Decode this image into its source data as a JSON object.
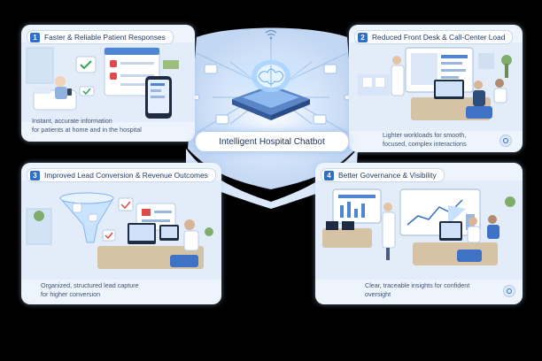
{
  "center": {
    "title": "Intelligent Hospital Chatbot"
  },
  "panels": [
    {
      "num": "1",
      "title": "Faster & Reliable Patient Responses",
      "caption": [
        "Instant, accurate information",
        "for patients at home and in the hospital"
      ]
    },
    {
      "num": "2",
      "title": "Reduced Front Desk & Call-Center Load",
      "caption": [
        "Lighter workloads for smooth,",
        "focused, complex interactions"
      ]
    },
    {
      "num": "3",
      "title": "Improved Lead Conversion & Revenue Outcomes",
      "caption": [
        "Organized, structured lead capture",
        "for higher conversion"
      ]
    },
    {
      "num": "4",
      "title": "Better Governance & Visibility",
      "caption": [
        "Clear, traceable insights for confident",
        "oversight"
      ]
    }
  ],
  "icons": {
    "brain": "brain-chip-icon",
    "wifi": "wifi-icon",
    "search": "magnifier-icon"
  },
  "colors": {
    "accent": "#2f6fc9",
    "panel": "#eef4fc",
    "background": "#000000"
  }
}
